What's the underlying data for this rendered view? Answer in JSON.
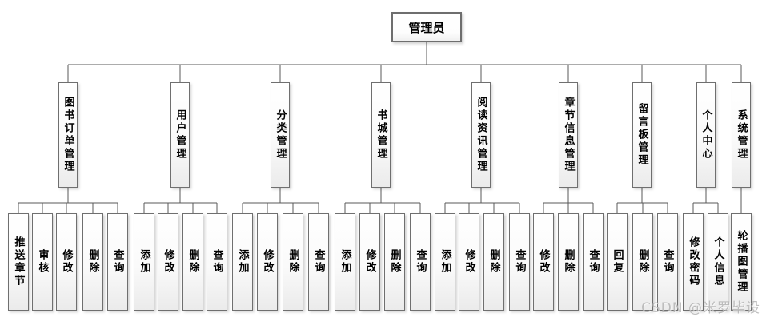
{
  "watermark": "CSDN @米罗毕设",
  "root": {
    "label": "管理员"
  },
  "branches": [
    {
      "label": "图书订单管理",
      "children": [
        "推送章节",
        "审核",
        "修改",
        "删除",
        "查询"
      ]
    },
    {
      "label": "用户管理",
      "children": [
        "添加",
        "修改",
        "删除",
        "查询"
      ]
    },
    {
      "label": "分类管理",
      "children": [
        "添加",
        "修改",
        "删除",
        "查询"
      ]
    },
    {
      "label": "书城管理",
      "children": [
        "添加",
        "修改",
        "删除",
        "查询"
      ]
    },
    {
      "label": "阅读资讯管理",
      "children": [
        "添加",
        "修改",
        "删除",
        "查询"
      ]
    },
    {
      "label": "章节信息管理",
      "children": [
        "修改",
        "删除",
        "查询"
      ]
    },
    {
      "label": "留言板管理",
      "children": [
        "回复",
        "删除",
        "查询"
      ]
    },
    {
      "label": "个人中心",
      "children": [
        "修改密码",
        "个人信息"
      ]
    },
    {
      "label": "系统管理",
      "children": [
        "轮播图管理"
      ]
    }
  ],
  "colors": {
    "line": "#595959",
    "node_border": "#6f6f6f",
    "node_fill_top": "#ffffff",
    "node_fill_bottom": "#ebebeb",
    "text": "#000000",
    "watermark": "#afafaf"
  }
}
